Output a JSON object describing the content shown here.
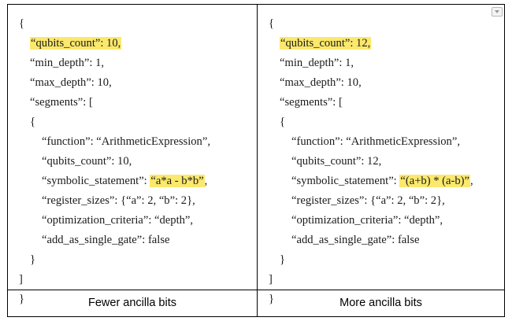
{
  "left": {
    "caption": "Fewer ancilla bits",
    "lines": [
      {
        "t": "{"
      },
      {
        "t": "“qubits_count”: 10,"
      },
      {
        "t": "“min_depth”: 1,"
      },
      {
        "t": "“max_depth”: 10,"
      },
      {
        "t": "“segments”: ["
      },
      {
        "t": "{"
      },
      {
        "t": "“function”: “ArithmeticExpression”,"
      },
      {
        "t": "“qubits_count”: 10,"
      },
      {
        "pre": "“symbolic_statement”: ",
        "hl": "“a*a - b*b”",
        "post": ","
      },
      {
        "t": "“register_sizes”: {“a”: 2, “b”: 2},"
      },
      {
        "t": "“optimization_criteria”: “depth”,"
      },
      {
        "t": "“add_as_single_gate”: false"
      },
      {
        "t": "}"
      },
      {
        "t": "]"
      },
      {
        "t": "}"
      }
    ]
  },
  "right": {
    "caption": "More ancilla bits",
    "collapse_icon": "chevron-down-icon",
    "lines": [
      {
        "t": "{"
      },
      {
        "t": "“qubits_count”: 12,"
      },
      {
        "t": "“min_depth”: 1,"
      },
      {
        "t": "“max_depth”: 10,"
      },
      {
        "t": "“segments”: ["
      },
      {
        "t": "{"
      },
      {
        "t": "“function”: “ArithmeticExpression”,"
      },
      {
        "t": "“qubits_count”: 12,"
      },
      {
        "pre": "“symbolic_statement”: ",
        "hl": "“(a+b) * (a-b)”",
        "post": ","
      },
      {
        "t": "“register_sizes”: {“a”: 2, “b”: 2},"
      },
      {
        "t": "“optimization_criteria”: “depth”,"
      },
      {
        "t": "“add_as_single_gate”: false"
      },
      {
        "t": "}"
      },
      {
        "t": "]"
      },
      {
        "t": "}"
      }
    ]
  },
  "highlight_color": "#fbe86c"
}
